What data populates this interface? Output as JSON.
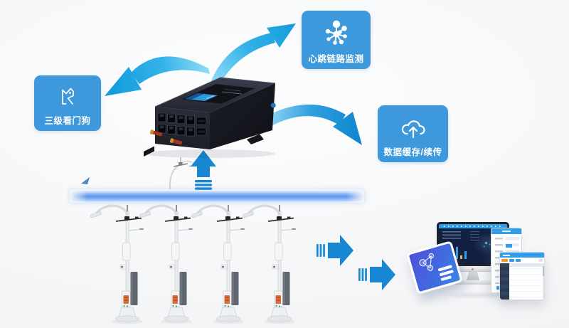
{
  "features": [
    {
      "id": "watchdog",
      "label": "三级看门狗",
      "icon": "watchdog-icon"
    },
    {
      "id": "heartbeat_link_monitor",
      "label": "心跳链路监测",
      "icon": "network-nodes-icon"
    },
    {
      "id": "data_cache_resume",
      "label": "数据缓存/续传",
      "icon": "cloud-upload-icon"
    }
  ],
  "device": {
    "name": "industrial-gateway-router",
    "ethernet_ports": 8,
    "sfp_ports": 2,
    "antennas": 2
  },
  "lamps": {
    "count": 4
  },
  "platform": {
    "screens": [
      "dashboard-monitor",
      "mobile-card",
      "form-window",
      "table-window"
    ]
  },
  "colors": {
    "feature_box": "#3d98dc",
    "arrow_cyan": "#2aa9e4",
    "arrow_deep_blue": "#1787d3",
    "bar_blue": "#6f9ff0",
    "device_body": "#23252f",
    "dashboard_navy": "#132140",
    "card_blue": "#4a5bd8",
    "window_header_blue": "#2f9de9",
    "toolbar_orange": "#f59b25",
    "antenna_red": "#a83322",
    "chart_yellow": "#e9c83f"
  }
}
